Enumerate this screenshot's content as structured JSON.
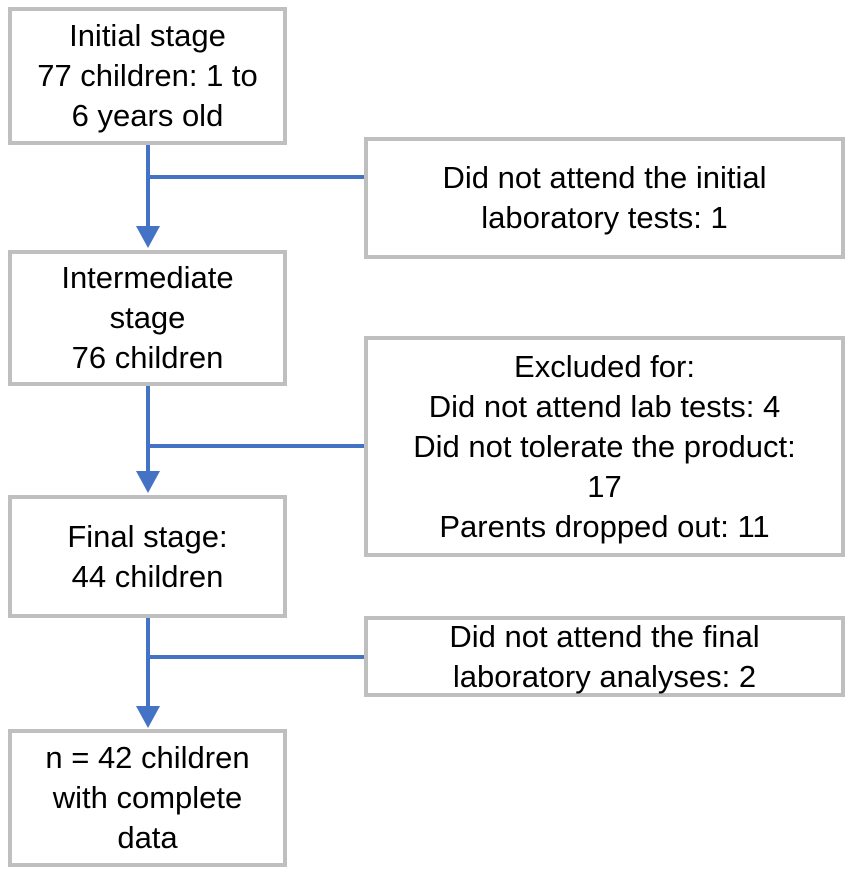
{
  "stages": {
    "initial": [
      "Initial stage",
      "77 children: 1 to",
      "6 years old"
    ],
    "intermediate": [
      "Intermediate",
      "stage",
      "76 children"
    ],
    "final": [
      "Final stage:",
      "44 children"
    ],
    "complete": [
      "n = 42 children",
      "with complete",
      "data"
    ]
  },
  "exclusions": {
    "first": [
      "Did not attend the initial",
      "laboratory tests: 1"
    ],
    "second": [
      "Excluded for:",
      "Did not attend lab tests: 4",
      "Did not tolerate the product:",
      "17",
      "Parents dropped out: 11"
    ],
    "third": [
      "Did not attend the final",
      "laboratory analyses: 2"
    ]
  },
  "colors": {
    "arrow": "#4472c4",
    "box_border": "#bfbfbf"
  }
}
